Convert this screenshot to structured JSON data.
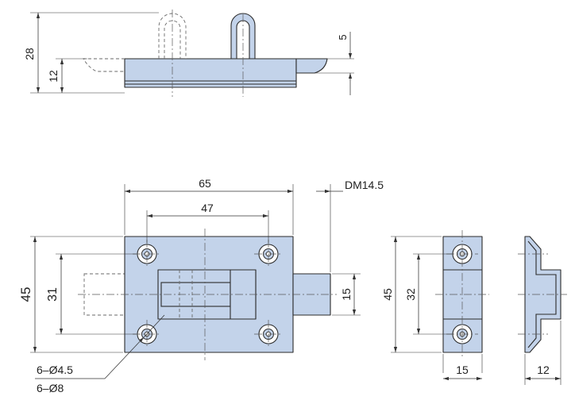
{
  "top_view": {
    "dim_height_total": "28",
    "dim_height_body": "12",
    "dim_bolt_offset": "5"
  },
  "front_view": {
    "dim_width_body": "65",
    "dim_hole_spacing_h": "47",
    "dim_bolt_diameter": "DM14.5",
    "dim_height_body": "45",
    "dim_hole_spacing_v": "31",
    "dim_bolt_height": "15",
    "hole_note_small": "6–Ø4.5",
    "hole_note_large": "6–Ø8"
  },
  "side_view": {
    "dim_height": "45",
    "dim_hole_spacing": "32",
    "dim_width": "15"
  },
  "end_view": {
    "dim_width": "12"
  },
  "colors": {
    "part_fill": "#c3d3ea",
    "line": "#2b2b2b"
  }
}
